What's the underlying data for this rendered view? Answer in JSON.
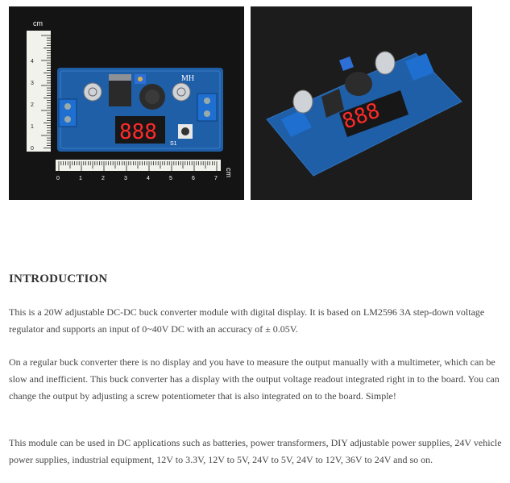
{
  "images": {
    "left": {
      "ruler_unit_vertical": "cm",
      "ruler_unit_horizontal": "cm",
      "vertical_ticks": [
        "4",
        "3",
        "2",
        "1",
        "0"
      ],
      "horizontal_ticks": [
        "0",
        "1",
        "2",
        "3",
        "4",
        "5",
        "6",
        "7"
      ],
      "board_label": "MH",
      "display_digits": "888",
      "board_marking": "S1"
    },
    "right": {
      "display_digits": "888"
    }
  },
  "content": {
    "heading": "INTRODUCTION",
    "paragraph_1": "This is a 20W adjustable DC-DC buck converter module with digital display. It is based on LM2596 3A step-down voltage regulator and supports an input of 0~40V DC with an accuracy of ± 0.05V.",
    "paragraph_2": "On a regular buck converter there is no display and you have to measure the output manually with a multimeter, which can be slow and inefficient. This buck converter has a display with the output voltage readout integrated right in to the board. You can change the output by adjusting a screw potentiometer that is also integrated on to the board. Simple!",
    "paragraph_3": "This module can be used in DC applications such as batteries, power transformers, DIY adjustable power supplies, 24V vehicle power supplies, industrial equipment, 12V to 3.3V, 12V to 5V, 24V to 5V, 24V to 12V, 36V to 24V and so on."
  },
  "colors": {
    "photo_bg": "#151515",
    "pcb_blue": "#1f5fa8",
    "terminal_blue": "#1e6fd0",
    "display_red": "#ff2a2a",
    "text": "#444444"
  }
}
